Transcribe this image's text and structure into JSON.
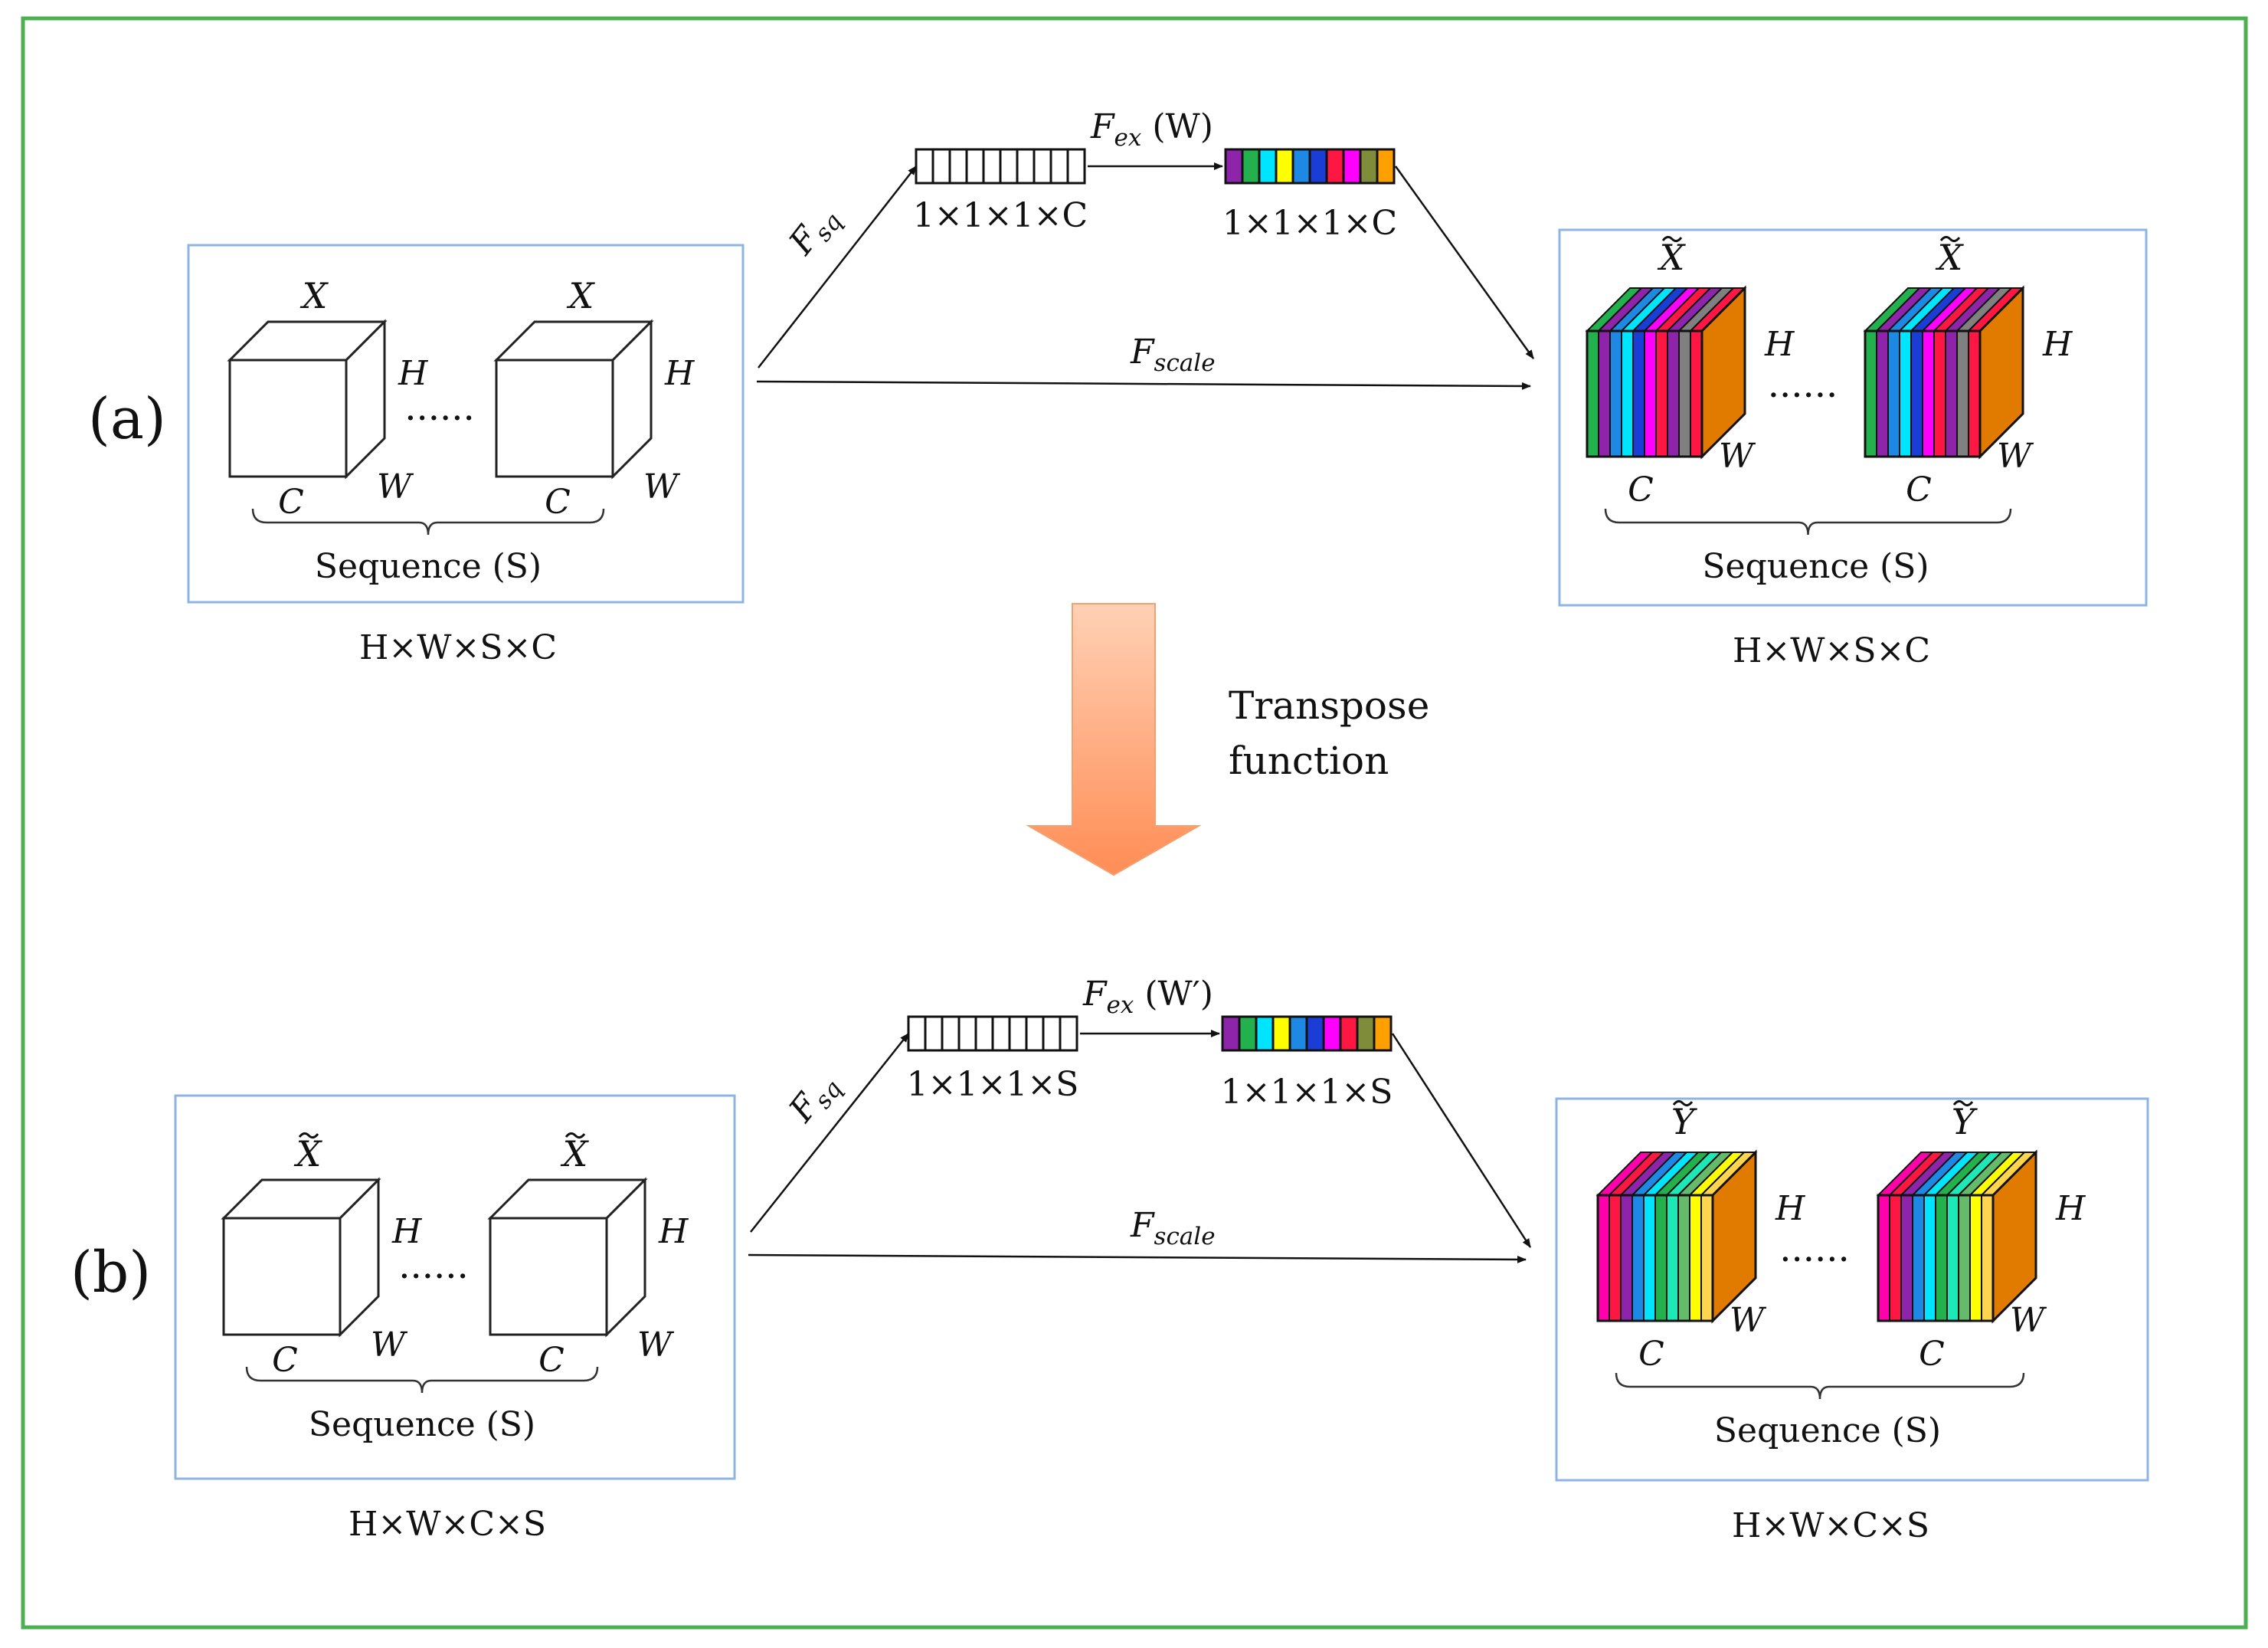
{
  "colors": {
    "frame": "#4caf50",
    "panel_border": "#8db4e2",
    "arrow_fill_top": "#ffd1b5",
    "arrow_fill_bottom": "#ff8d55",
    "cube_side": "#e07b00",
    "vector_a": [
      "#8e24aa",
      "#22b14c",
      "#00e5ff",
      "#ffff00",
      "#1e88e5",
      "#1a3dd6",
      "#ff1744",
      "#ff00ff",
      "#7f8c3a",
      "#ffa000"
    ],
    "vector_b": [
      "#8e24aa",
      "#22b14c",
      "#00e5ff",
      "#ffff00",
      "#1e88e5",
      "#1a3dd6",
      "#ff00ff",
      "#ff1744",
      "#7f8c3a",
      "#ffa000"
    ],
    "slices_a": [
      "#22b14c",
      "#8e24aa",
      "#1e88e5",
      "#00e5ff",
      "#1a3dd6",
      "#ff00ff",
      "#ff1744",
      "#8e24aa",
      "#808080",
      "#ff1744"
    ],
    "slices_b": [
      "#ff00aa",
      "#ff1744",
      "#8e24aa",
      "#1e88e5",
      "#00e5ff",
      "#22b14c",
      "#1de9b6",
      "#66bb6a",
      "#ffff00",
      "#ffd54f"
    ]
  },
  "transpose": {
    "line1": "Transpose",
    "line2": "function"
  },
  "panels": [
    {
      "label": "(a)",
      "input": {
        "cube_label": "X",
        "cube_label_tilde": false,
        "h": "H",
        "w": "W",
        "c": "C",
        "dots": "......",
        "sequence": "Sequence (S)",
        "dims": "H×W×S×C"
      },
      "sq": {
        "name": "F",
        "sub": "sq"
      },
      "vec1_dims": "1×1×1×C",
      "ex": {
        "name": "F",
        "sub": "ex",
        "arg": " (W)"
      },
      "vec2_dims": "1×1×1×C",
      "scale": {
        "name": "F",
        "sub": "scale"
      },
      "output": {
        "cube_label": "X",
        "h": "H",
        "w": "W",
        "c": "C",
        "dots": "......",
        "sequence": "Sequence (S)",
        "dims": "H×W×S×C"
      }
    },
    {
      "label": "(b)",
      "input": {
        "cube_label": "X",
        "cube_label_tilde": true,
        "h": "H",
        "w": "W",
        "c": "C",
        "dots": "......",
        "sequence": "Sequence (S)",
        "dims": "H×W×C×S"
      },
      "sq": {
        "name": "F",
        "sub": "sq"
      },
      "vec1_dims": "1×1×1×S",
      "ex": {
        "name": "F",
        "sub": "ex",
        "arg": " (W′)"
      },
      "vec2_dims": "1×1×1×S",
      "scale": {
        "name": "F",
        "sub": "scale"
      },
      "output": {
        "cube_label": "Y",
        "h": "H",
        "w": "W",
        "c": "C",
        "dots": "......",
        "sequence": "Sequence (S)",
        "dims": "H×W×C×S"
      }
    }
  ]
}
